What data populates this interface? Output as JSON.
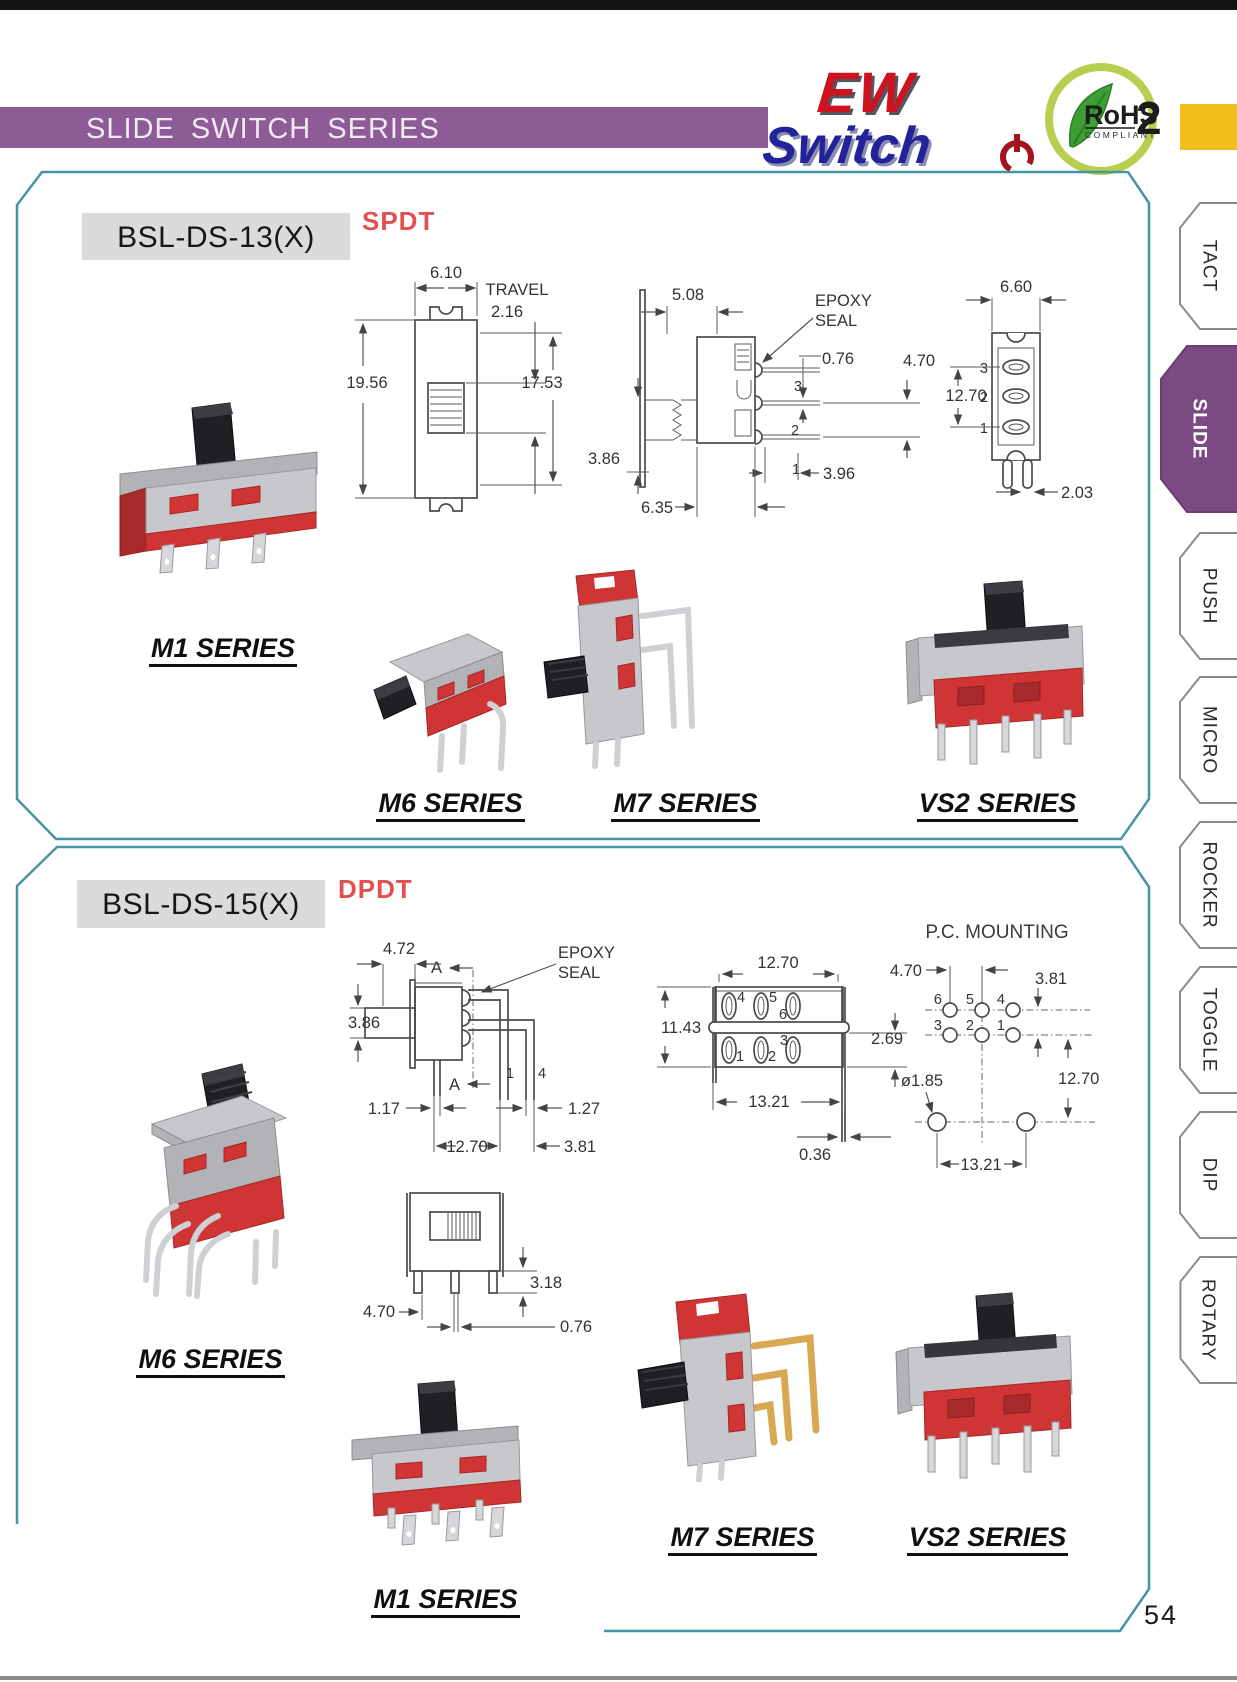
{
  "colors": {
    "header_purple": "#8d5b95",
    "tab_active_purple": "#7c4a82",
    "teal_border": "#4794a5",
    "accent_red": "#e25050",
    "logo_red": "#cf1220",
    "logo_blue": "#22229b",
    "rohs_green": "#b7cf4e",
    "yellow_tab": "#f2c01c"
  },
  "header": {
    "bar_title": "SLIDE SWITCH SERIES",
    "logo_top": "EW",
    "logo_bottom": "Switch",
    "rohs_name": "RoHS",
    "rohs_number": "2",
    "rohs_compliant": "COMPLIANT"
  },
  "tabs": {
    "selected": "SLIDE",
    "items": [
      {
        "label": "TACT"
      },
      {
        "label": "SLIDE"
      },
      {
        "label": "PUSH"
      },
      {
        "label": "MICRO"
      },
      {
        "label": "ROCKER"
      },
      {
        "label": "TOGGLE"
      },
      {
        "label": "DIP"
      },
      {
        "label": "ROTARY"
      }
    ]
  },
  "page_number": "54",
  "section1": {
    "part_number": "BSL-DS-13(X)",
    "circuit_type": "SPDT",
    "front_view": {
      "width": "6.10",
      "travel_label": "TRAVEL",
      "travel_value": "2.16",
      "overall_height": "19.56",
      "inner_height": "17.53"
    },
    "side_view": {
      "depth": "5.08",
      "epoxy_line1": "EPOXY",
      "epoxy_line2": "SEAL",
      "pin_thickness": "0.76",
      "pin_spacing": "4.70",
      "actuator_height": "3.86",
      "pin_offset": "3.96",
      "base_depth": "6.35",
      "pin_labels": [
        "3",
        "2",
        "1"
      ]
    },
    "rear_view": {
      "width": "6.60",
      "terminal_span": "12.70",
      "slot_width": "2.03",
      "pin_labels": [
        "3",
        "2",
        "1"
      ]
    },
    "products": [
      {
        "label": "M1 SERIES"
      },
      {
        "label": "M6 SERIES"
      },
      {
        "label": "M7 SERIES"
      },
      {
        "label": "VS2 SERIES"
      }
    ]
  },
  "section2": {
    "part_number": "BSL-DS-15(X)",
    "circuit_type": "DPDT",
    "side_view": {
      "knob_length": "4.72",
      "section_label_top": "A",
      "section_label_bottom": "A",
      "epoxy_line1": "EPOXY",
      "epoxy_line2": "SEAL",
      "actuator_height": "3.86",
      "pin_width": "1.17",
      "lead_width": "1.27",
      "lead_span": "12.70",
      "lead_gap": "3.81",
      "pin_label_1": "1",
      "pin_label_4": "4"
    },
    "bottom_view": {
      "width": "12.70",
      "height": "11.43",
      "bar_offset": "2.69",
      "outer_span": "13.21",
      "slot_width": "0.36",
      "pin_labels": [
        "4",
        "5",
        "6",
        "1",
        "2",
        "3"
      ]
    },
    "pc_mounting": {
      "title": "P.C. MOUNTING",
      "col_pitch": "4.70",
      "row_pitch": "3.81",
      "hole_dia": "ø1.85",
      "row_span": "12.70",
      "col_span": "13.21",
      "pin_labels": [
        "6",
        "5",
        "4",
        "3",
        "2",
        "1"
      ]
    },
    "front_view": {
      "pin_length": "3.18",
      "pin_pitch": "4.70",
      "pin_thickness": "0.76"
    },
    "products": [
      {
        "label": "M6 SERIES"
      },
      {
        "label": "M1 SERIES"
      },
      {
        "label": "M7 SERIES"
      },
      {
        "label": "VS2 SERIES"
      }
    ]
  }
}
